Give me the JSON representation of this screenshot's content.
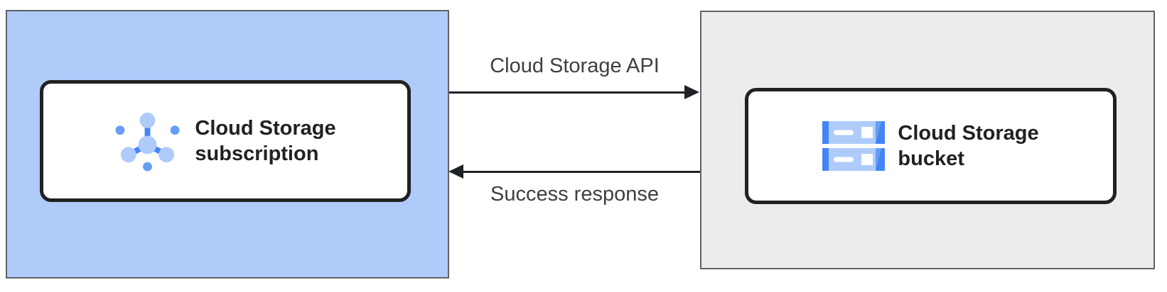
{
  "diagram": {
    "nodes": [
      {
        "id": "subscription",
        "label": "Cloud Storage\nsubscription",
        "icon": "pubsub-icon",
        "container_bg": "#aecbfa"
      },
      {
        "id": "bucket",
        "label": "Cloud Storage\nbucket",
        "icon": "cloud-storage-icon",
        "container_bg": "#ececec"
      }
    ],
    "edges": [
      {
        "label": "Cloud Storage API",
        "direction": "right",
        "from": "subscription",
        "to": "bucket"
      },
      {
        "label": "Success response",
        "direction": "left",
        "from": "bucket",
        "to": "subscription"
      }
    ],
    "colors": {
      "left_container_bg": "#aecbfa",
      "right_container_bg": "#ececec",
      "container_border": "#5f6368",
      "node_bg": "#ffffff",
      "node_border": "#212121",
      "node_text": "#202124",
      "arrow": "#202124",
      "edge_label_text": "#3c4043",
      "icon_light_blue": "#aecbfa",
      "icon_medium_blue": "#669df6",
      "icon_dark_blue": "#4285f4"
    }
  }
}
